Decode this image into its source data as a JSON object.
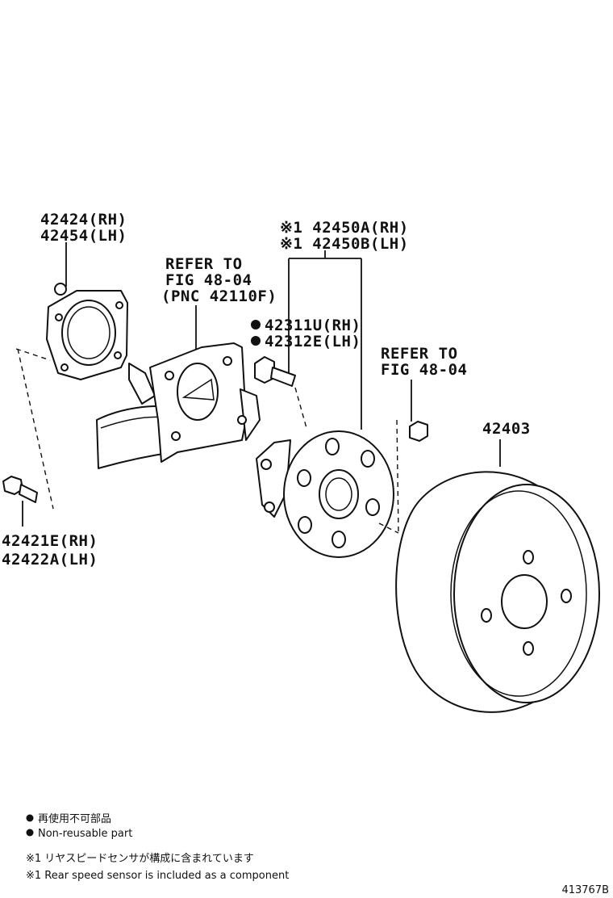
{
  "labels": {
    "knuckle_rh": "42424(RH)",
    "knuckle_lh": "42454(LH)",
    "refer1_l1": "REFER TO",
    "refer1_l2": "FIG 48-04",
    "refer1_l3": "(PNC 42110F)",
    "hub_rh": "※1 42450A(RH)",
    "hub_lh": "※1 42450B(LH)",
    "bolt_rh": "42311U(RH)",
    "bolt_lh": "42312E(LH)",
    "refer2_l1": "REFER TO",
    "refer2_l2": "FIG 48-04",
    "drum": "42403",
    "mount_rh": "42421E(RH)",
    "mount_lh": "42422A(LH)"
  },
  "legend": {
    "nonreuse_jp": "再使用不可部品",
    "nonreuse_en": "Non-reusable part",
    "sensor_jp": "※1 リヤスピードセンサが構成に含まれています",
    "sensor_en": "※1 Rear speed sensor is included as a component"
  },
  "figure_code": "413767B"
}
